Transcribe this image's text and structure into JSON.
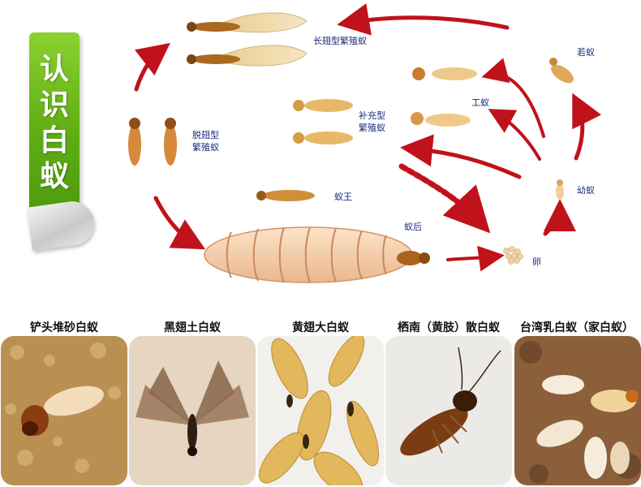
{
  "banner": {
    "chars": [
      "认",
      "识",
      "白",
      "蚁"
    ]
  },
  "diagram": {
    "labels": {
      "long_wing": "长翅型繁殖蚁",
      "nymph": "若蚁",
      "dealate_line1": "脱翅型",
      "dealate_line2": "繁殖蚁",
      "supplementary_line1": "补充型",
      "supplementary_line2": "繁殖蚁",
      "worker": "工蚁",
      "king": "蚁王",
      "larva": "幼蚁",
      "queen": "蚁后",
      "egg": "卵"
    },
    "colors": {
      "arrow": "#c0121b",
      "label": "#1d2b7a",
      "body": "#e8b566"
    }
  },
  "species": [
    {
      "name": "铲头堆砂白蚁"
    },
    {
      "name": "黑翅土白蚁"
    },
    {
      "name": "黄翅大白蚁"
    },
    {
      "name": "栖南（黄肢）散白蚁"
    },
    {
      "name": "台湾乳白蚁（家白蚁）"
    }
  ]
}
